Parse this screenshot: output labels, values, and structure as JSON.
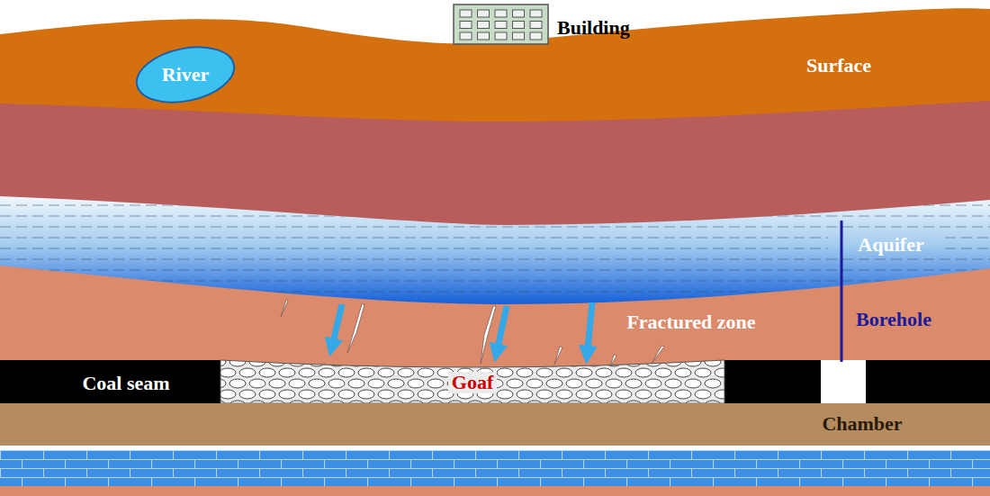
{
  "diagram": {
    "nodes": [
      {
        "text": [
          "Building"
        ]
      },
      {
        "text": [
          "River"
        ]
      },
      {
        "text": [
          "Goaf"
        ]
      }
    ],
    "labels": [
      "Surface",
      "Aquifer",
      "Fractured zone",
      "Borehole",
      "Coal seam",
      "Chamber"
    ]
  }
}
